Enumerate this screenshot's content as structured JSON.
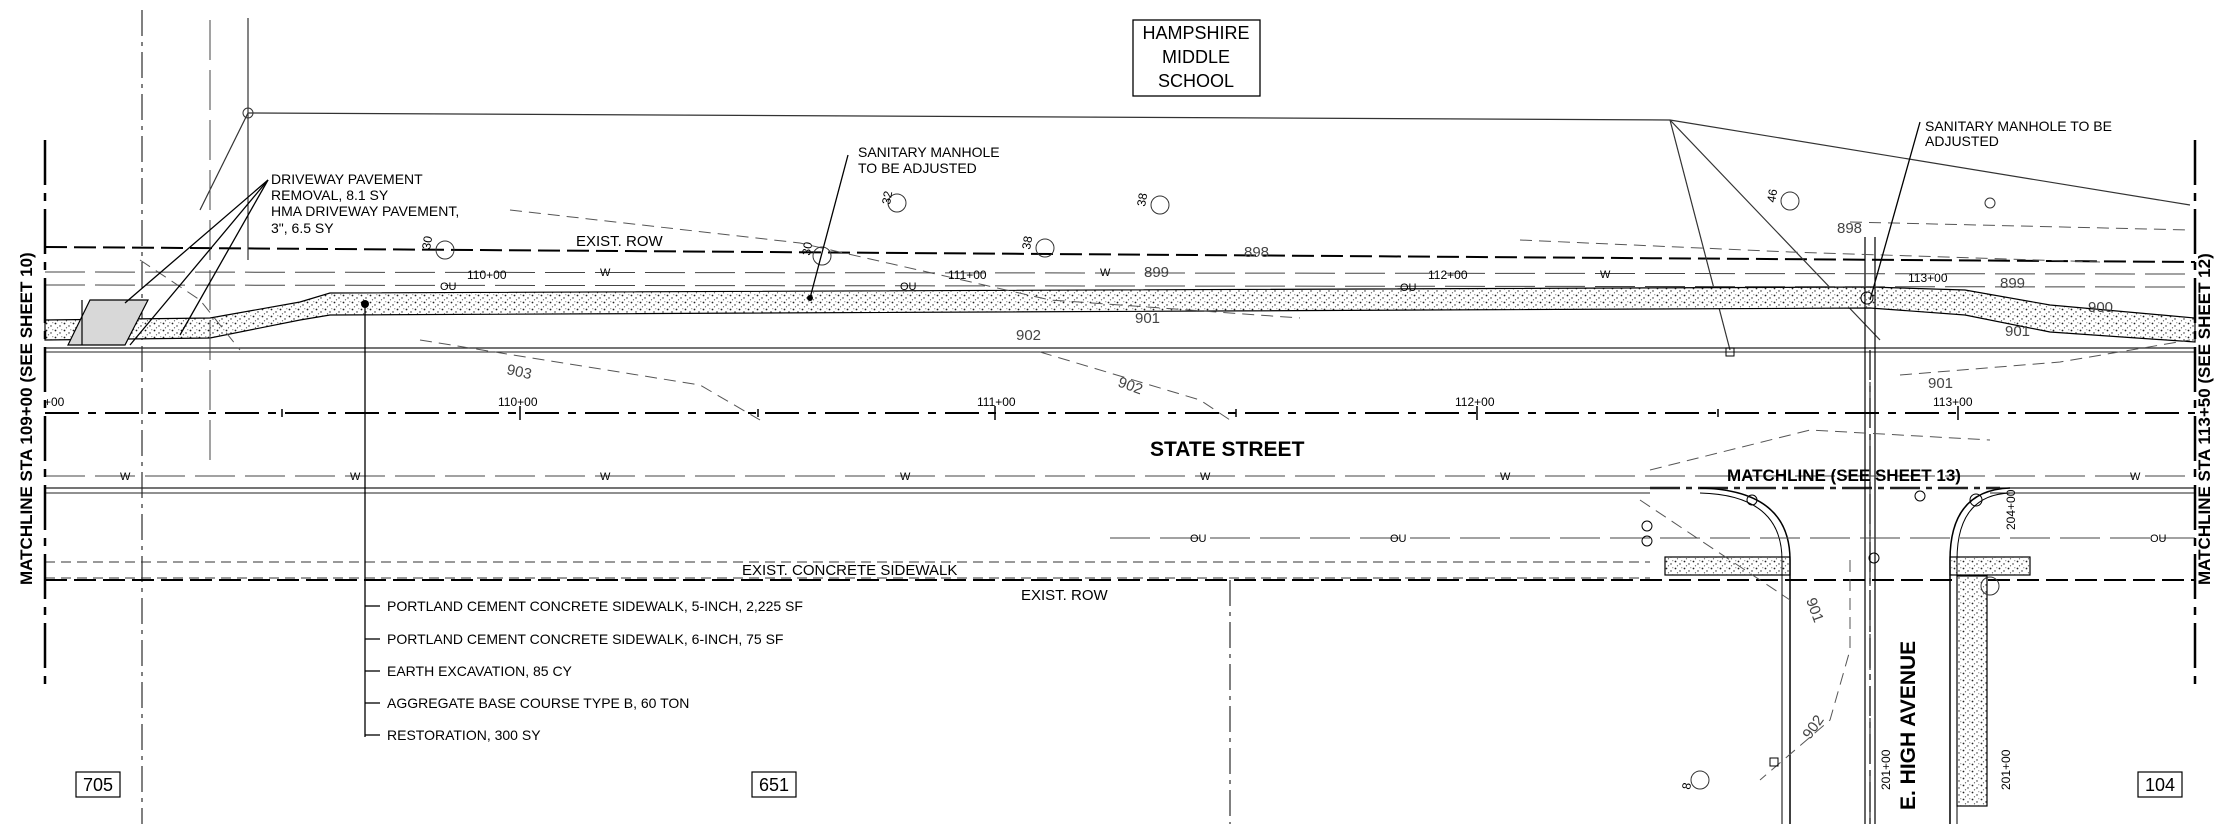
{
  "school": {
    "line1": "HAMPSHIRE",
    "line2": "MIDDLE",
    "line3": "SCHOOL"
  },
  "callouts": {
    "driveway": {
      "line1": "DRIVEWAY PAVEMENT",
      "line2": "REMOVAL, 8.1 SY",
      "line3": "HMA DRIVEWAY PAVEMENT,",
      "line4": "3\", 6.5 SY"
    },
    "manhole_left": {
      "line1": "SANITARY MANHOLE",
      "line2": "TO BE ADJUSTED"
    },
    "manhole_right": {
      "line1": "SANITARY MANHOLE TO BE",
      "line2": "ADJUSTED"
    }
  },
  "labels": {
    "exist_row_top": "EXIST. ROW",
    "exist_row_bottom": "EXIST. ROW",
    "exist_sidewalk": "EXIST. CONCRETE SIDEWALK",
    "street": "STATE STREET",
    "avenue": "E. HIGH AVENUE",
    "matchline_bottom": "MATCHLINE (SEE SHEET 13)",
    "matchline_left": "MATCHLINE STA 109+00 (SEE SHEET 10)",
    "matchline_right": "MATCHLINE STA 113+50 (SEE SHEET 12)"
  },
  "stations": {
    "edge": "+00",
    "s110": "110+00",
    "s111": "111+00",
    "s112": "112+00",
    "s113": "113+00",
    "s201": "201+00",
    "s204": "204+00",
    "back_110": "110+00",
    "back_111": "111+00",
    "back_112": "112+00",
    "back_113": "113+00"
  },
  "contours": {
    "c898a": "898",
    "c898b": "898",
    "c899a": "899",
    "c899b": "899",
    "c900": "900",
    "c901a": "901",
    "c901b": "901",
    "c901c": "901",
    "c901d": "901",
    "c902a": "902",
    "c902b": "902",
    "c902c": "902",
    "c903": "903"
  },
  "trees": {
    "t30a": "30",
    "t30b": "30",
    "t32": "32",
    "t38a": "38",
    "t38b": "38",
    "t46": "46",
    "t8": "8"
  },
  "quantities": [
    "PORTLAND CEMENT CONCRETE SIDEWALK, 5-INCH, 2,225 SF",
    "PORTLAND CEMENT CONCRETE SIDEWALK, 6-INCH, 75 SF",
    "EARTH EXCAVATION, 85 CY",
    "AGGREGATE BASE COURSE TYPE B, 60 TON",
    "RESTORATION, 300 SY"
  ],
  "sheet_tags": {
    "left": "705",
    "middle": "651",
    "right": "104"
  },
  "utility_marks": {
    "water": "W",
    "overhead": "OU"
  }
}
